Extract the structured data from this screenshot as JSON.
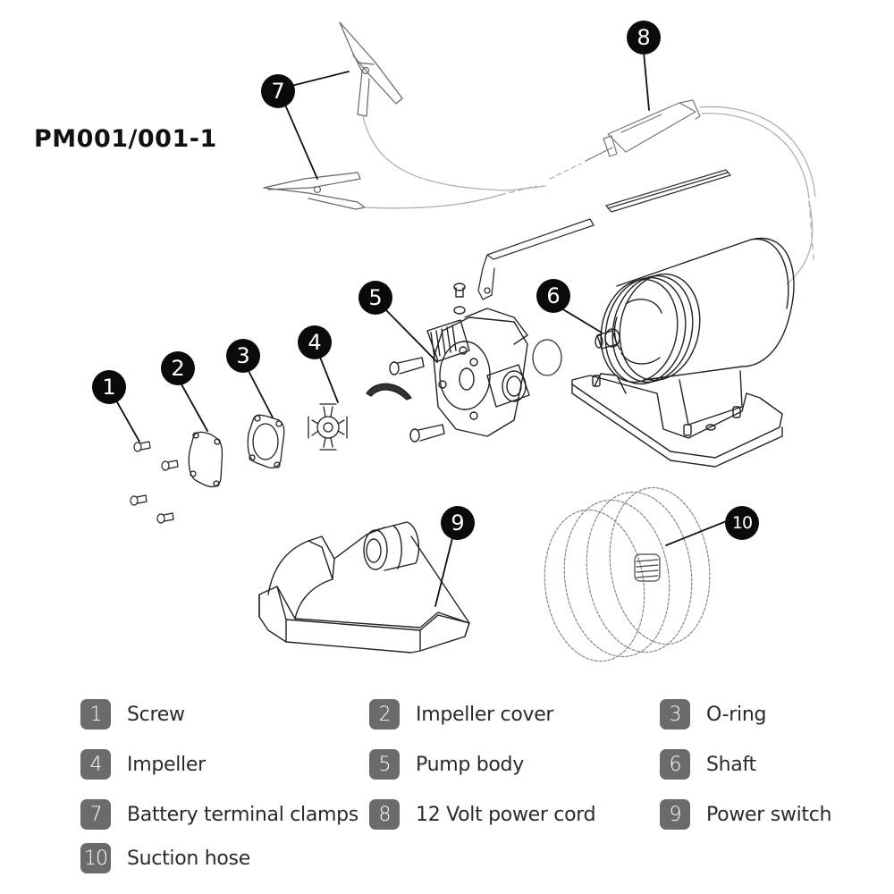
{
  "title": "PM001/001-1",
  "callouts": [
    {
      "number": "1",
      "part": "Screw"
    },
    {
      "number": "2",
      "part": "Impeller cover"
    },
    {
      "number": "3",
      "part": "O-ring"
    },
    {
      "number": "4",
      "part": "Impeller"
    },
    {
      "number": "5",
      "part": "Pump body"
    },
    {
      "number": "6",
      "part": "Shaft"
    },
    {
      "number": "7",
      "part": "Battery terminal clamps"
    },
    {
      "number": "8",
      "part": "12 Volt power cord"
    },
    {
      "number": "9",
      "part": "Power switch"
    },
    {
      "number": "10",
      "part": "Suction hose"
    }
  ],
  "legend": [
    {
      "number": "1",
      "label": "Screw"
    },
    {
      "number": "2",
      "label": "Impeller cover"
    },
    {
      "number": "3",
      "label": "O-ring"
    },
    {
      "number": "4",
      "label": "Impeller"
    },
    {
      "number": "5",
      "label": "Pump body"
    },
    {
      "number": "6",
      "label": "Shaft"
    },
    {
      "number": "7",
      "label": "Battery terminal clamps"
    },
    {
      "number": "8",
      "label": "12 Volt power cord"
    },
    {
      "number": "9",
      "label": "Power switch"
    },
    {
      "number": "10",
      "label": "Suction hose"
    }
  ],
  "colors": {
    "callout_bg": "#0a0a0a",
    "legend_badge_bg": "#6b6b6b",
    "line_art": "#222222"
  }
}
